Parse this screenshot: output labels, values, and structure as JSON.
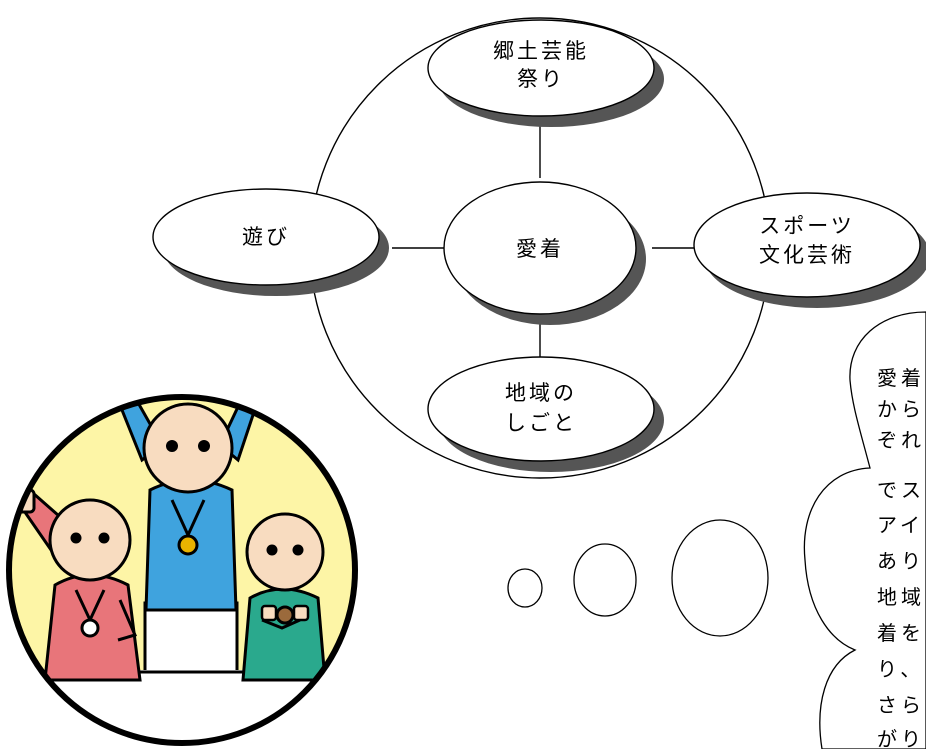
{
  "diagram": {
    "center": {
      "label": "愛着"
    },
    "nodes": {
      "top": {
        "line1": "郷土芸能",
        "line2": "祭り"
      },
      "left": {
        "line1": "遊び"
      },
      "right": {
        "line1": "スポーツ",
        "line2": "文化芸術"
      },
      "bottom": {
        "line1": "地域の",
        "line2": "しごと"
      }
    }
  },
  "thought_bubble": {
    "lines": [
      "愛着",
      "から",
      "ぞれ",
      "でス",
      "アイ",
      "あり",
      "地域",
      "着を",
      "り、",
      "さら",
      "がり"
    ]
  },
  "colors": {
    "ink": "#000000",
    "shadow": "#555555",
    "podium_bg": "#fdf5a6",
    "child_pink": "#e8757a",
    "child_blue": "#3fa3de",
    "child_green": "#2aa98d",
    "skin": "#f8dcc0",
    "gold": "#e9b300",
    "silver": "#ffffff",
    "bronze": "#9b6a3c"
  }
}
